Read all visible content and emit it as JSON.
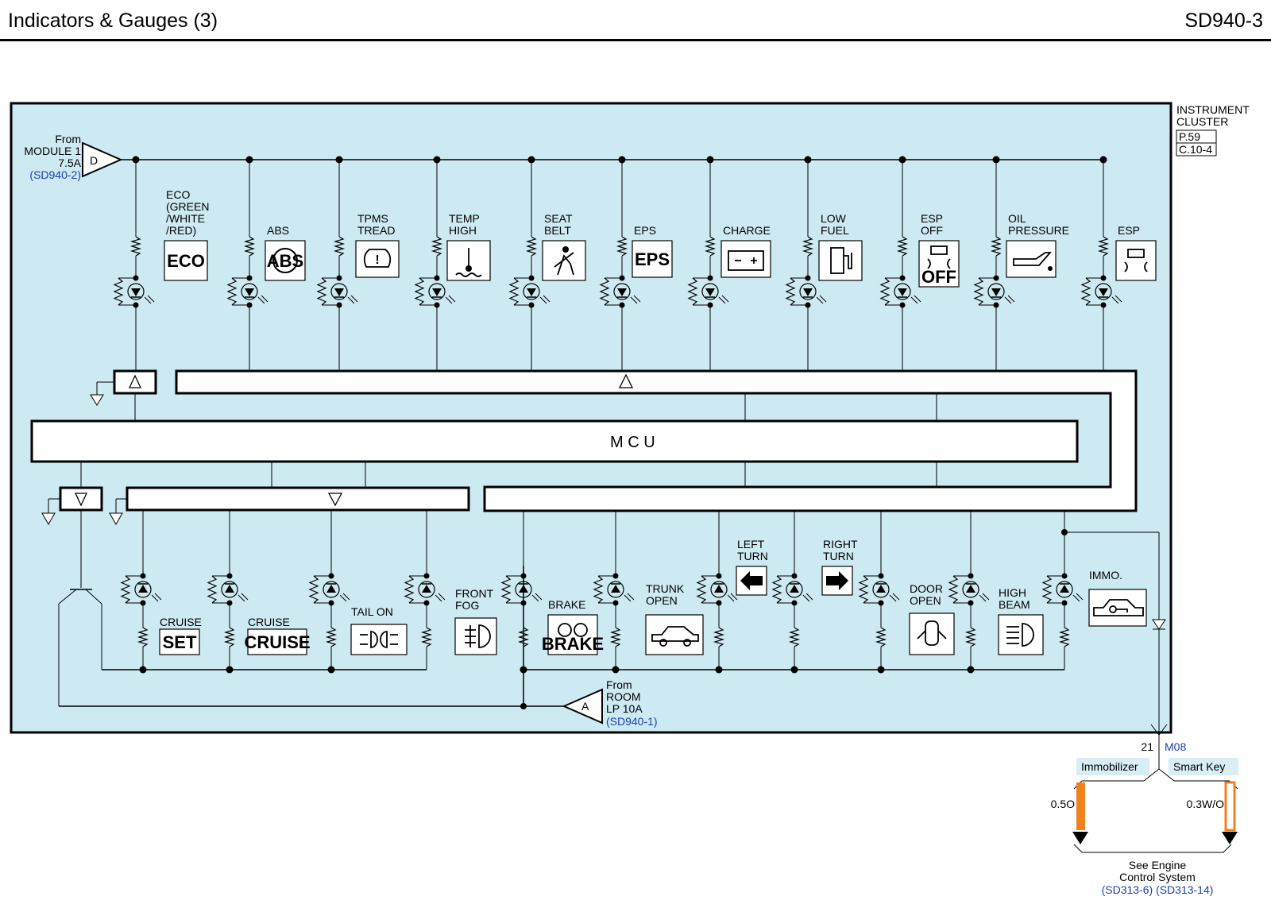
{
  "header": {
    "title": "Indicators & Gauges (3)",
    "code": "SD940-3"
  },
  "component": {
    "name_line1": "INSTRUMENT",
    "name_line2": "CLUSTER",
    "page": "P.59",
    "connector": "C.10-4"
  },
  "mcu_label": "M C U",
  "source_top": {
    "connector_letter": "D",
    "lines": [
      "From",
      "MODULE 1",
      "7.5A"
    ],
    "ref": "(SD940-2)"
  },
  "source_bottom": {
    "connector_letter": "A",
    "lines": [
      "From",
      "ROOM",
      "LP 10A"
    ],
    "ref": "(SD940-1)"
  },
  "top_indicators": [
    {
      "label": [
        "ECO",
        "(GREEN",
        "/WHITE",
        "/RED)"
      ],
      "icon_name": "eco-icon",
      "icon_text": "ECO"
    },
    {
      "label": [
        "ABS"
      ],
      "icon_name": "abs-icon",
      "icon_text": "ABS"
    },
    {
      "label": [
        "TPMS",
        "TREAD"
      ],
      "icon_name": "tpms-icon",
      "icon_text": ""
    },
    {
      "label": [
        "TEMP",
        "HIGH"
      ],
      "icon_name": "temp-high-icon",
      "icon_text": ""
    },
    {
      "label": [
        "SEAT",
        "BELT"
      ],
      "icon_name": "seat-belt-icon",
      "icon_text": ""
    },
    {
      "label": [
        "EPS"
      ],
      "icon_name": "eps-icon",
      "icon_text": "EPS"
    },
    {
      "label": [
        "CHARGE"
      ],
      "icon_name": "battery-icon",
      "icon_text": ""
    },
    {
      "label": [
        "LOW",
        "FUEL"
      ],
      "icon_name": "fuel-pump-icon",
      "icon_text": ""
    },
    {
      "label": [
        "ESP",
        "OFF"
      ],
      "icon_name": "esp-off-icon",
      "icon_text": "OFF"
    },
    {
      "label": [
        "OIL",
        "PRESSURE"
      ],
      "icon_name": "oil-can-icon",
      "icon_text": ""
    },
    {
      "label": [
        "ESP"
      ],
      "icon_name": "esp-icon",
      "icon_text": ""
    }
  ],
  "bottom_indicators": [
    {
      "label": [
        "CRUISE"
      ],
      "icon_name": "cruise-set-icon",
      "icon_text": "SET"
    },
    {
      "label": [
        "CRUISE"
      ],
      "icon_name": "cruise-icon",
      "icon_text": "CRUISE"
    },
    {
      "label": [
        "TAIL ON"
      ],
      "icon_name": "tail-lamp-icon",
      "icon_text": ""
    },
    {
      "label": [
        "FRONT",
        "FOG"
      ],
      "icon_name": "front-fog-icon",
      "icon_text": ""
    },
    {
      "label": [
        "BRAKE"
      ],
      "icon_name": "brake-icon",
      "icon_text": "BRAKE"
    },
    {
      "label": [
        "TRUNK",
        "OPEN"
      ],
      "icon_name": "trunk-open-icon",
      "icon_text": ""
    },
    {
      "label": [
        "LEFT",
        "TURN"
      ],
      "icon_name": "left-arrow-icon",
      "icon_text": ""
    },
    {
      "label": [
        "RIGHT",
        "TURN"
      ],
      "icon_name": "right-arrow-icon",
      "icon_text": ""
    },
    {
      "label": [
        "DOOR",
        "OPEN"
      ],
      "icon_name": "door-open-icon",
      "icon_text": ""
    },
    {
      "label": [
        "HIGH",
        "BEAM"
      ],
      "icon_name": "high-beam-icon",
      "icon_text": ""
    },
    {
      "label": [
        "IMMO."
      ],
      "icon_name": "immobilizer-icon",
      "icon_text": ""
    }
  ],
  "output": {
    "pin": "21",
    "connector": "M08",
    "branches": [
      {
        "label": "Immobilizer",
        "wire": "0.5O",
        "color": "#f0821e"
      },
      {
        "label": "Smart Key",
        "wire": "0.3W/O",
        "color": "#f0821e"
      }
    ],
    "destination_lines": [
      "See Engine",
      "Control System"
    ],
    "destination_refs": "(SD313-6) (SD313-14)"
  },
  "colors": {
    "panel": "#cdeaf2",
    "ref_text": "#1a3fb0",
    "wire_orange": "#f0821e"
  }
}
